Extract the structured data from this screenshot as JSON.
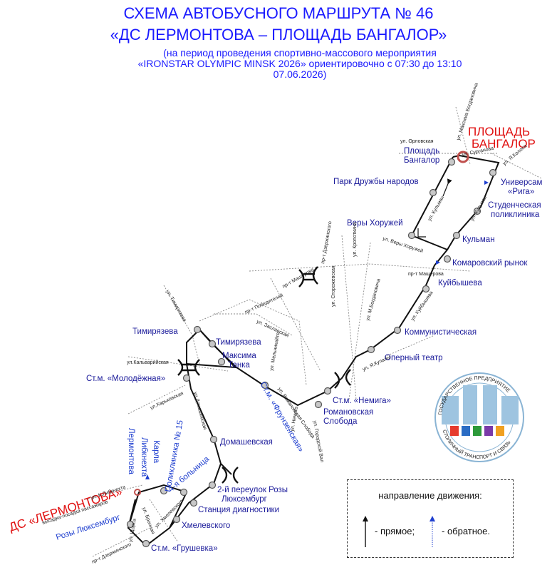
{
  "header": {
    "title_line1": "СХЕМА АВТОБУСНОГО МАРШРУТА № 46",
    "title_line2": "«ДС ЛЕРМОНТОВА – ПЛОЩАДЬ БАНГАЛОР»",
    "subtitle_line1": "(на период проведения спортивно-массового мероприятия",
    "subtitle_line2": "«IRONSTAR OLYMPIC MINSK 2026» ориентировочно с 07:30 до 13:10",
    "subtitle_line3": "07.06.2026)"
  },
  "termini": {
    "north_line1": "ПЛОЩАДЬ",
    "north_line2": "БАНГАЛОР",
    "south": "ДС «ЛЕРМОНТОВА»",
    "south_note": "высадка-посадка пассажиров"
  },
  "stops": {
    "ploschad_bangalor_1": "Площадь",
    "ploschad_bangalor_2": "Бангалор",
    "park_druzhby": "Парк Дружбы народов",
    "universam_1": "Универсам",
    "universam_2": "«Рига»",
    "stud_1": "Студенческая",
    "stud_2": "поликлиника",
    "very_horuzhey": "Веры Хоружей",
    "kulman": "Кульман",
    "komarovsky": "Комаровский рынок",
    "kuibysheva": "Куйбышева",
    "kommunisticheskaya": "Коммунистическая",
    "operny": "Оперный театр",
    "nemiga": "Ст.м. «Немига»",
    "rom_sloboda_1": "Романовская",
    "rom_sloboda_2": "Слобода",
    "timiryazeva_w": "Тимирязева",
    "timiryazeva_e": "Тимирязева",
    "tanka_1": "Максима",
    "tanka_2": "Танка",
    "molodezhnaya": "Ст.м. «Молодёжная»",
    "domashevskaya": "Домашевская",
    "rozy_lux_1": "2-й переулок Розы",
    "rozy_lux_2": "Люксембург",
    "stantsiya": "Станция диагностики",
    "hmelevskogo": "Хмелевского",
    "grushevka": "Ст.м. «Грушевка»",
    "rozy_lux_w": "Розы Люксембург",
    "karla_1": "Карла",
    "karla_2": "Либкнехта",
    "lermontova": "Лермонтова",
    "poliklinika": "Поликлиника № 15",
    "bolnitsa": "4-я больница",
    "frunzenskaya": "Ст.м. «Фрунзенская»"
  },
  "streets": {
    "orlovskaya": "ул. Орловская",
    "bogdanovicha_n": "ул. Максима Богдановича",
    "surganova": "ул. Сурганова",
    "ya_kolasa": "ул. Я.Колоса",
    "kulman": "ул. Кульман",
    "kulman2": "ул. Кульман",
    "very_horuzhey": "ул. Веры Хоружей",
    "kropotkina": "ул. Кропоткина",
    "dzerzhinskogo": "пр-т Дзержинского",
    "masherova": "пр-т Машерова",
    "masherova2": "пр-т Машерова",
    "storozhevskaya": "ул. Сторожевская",
    "m_bogdanovicha": "ул. М.Богдановича",
    "kuibysheva": "ул. Куйбышева",
    "timiryazeva": "ул. Тимирязева",
    "pobediteley": "пр-т Победителей",
    "zaslavskaya": "ул. Заславская",
    "melnikaite": "ул. Мельникайте",
    "romanovskaya": "ул. Романовская Слобода",
    "nemiga": "ул. Немига",
    "kupaly": "ул. Я.Купалы",
    "gorodskoy_val": "ул. Городской Вал",
    "kalvariyskaya": "ул.Кальварийская",
    "harkovskaya": "ул.Харьковская",
    "domashevskaya": "ул.Домашевская",
    "k_libknehta": "ул. К.Либкнехта",
    "bronevaya": "ул. Бронная",
    "shchorsa": "ул. Щорса",
    "hmelevskogo": "ул. Хмелевского",
    "dzerzhinskogo_s": "пр-т Дзержинского"
  },
  "legend": {
    "title": "направление движения:",
    "direct": "- прямое;",
    "reverse": "- обратное."
  },
  "logo": {
    "top_text": "ГОСУДАРСТВЕННОЕ ПРЕДПРИЯТИЕ",
    "bottom_text": "СТОЛИЧНЫЙ ТРАНСПОРТ И СВЯЗЬ"
  },
  "colors": {
    "title": "#1a1aff",
    "terminus": "#e01010",
    "route": "#111111",
    "reverse_arrow": "#1f3fcf"
  }
}
